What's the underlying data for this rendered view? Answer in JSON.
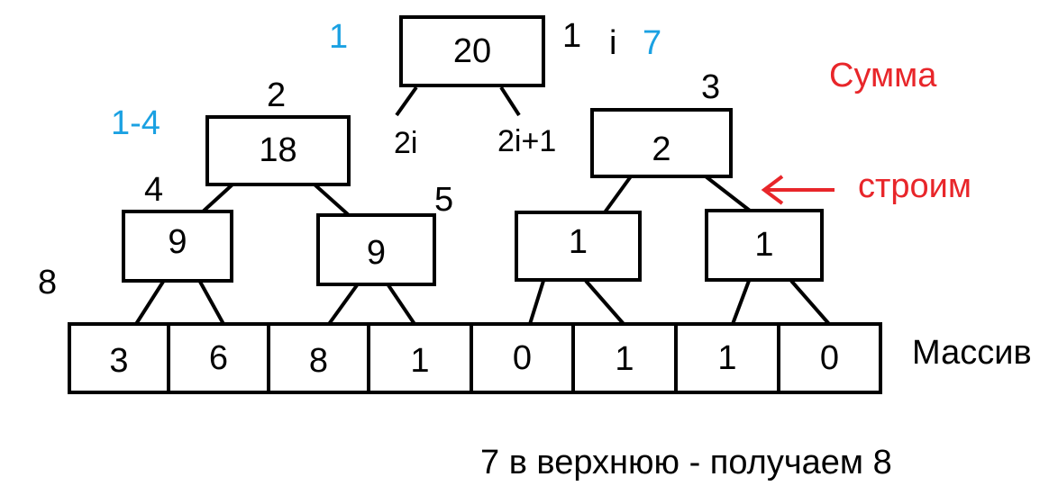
{
  "tree": {
    "root": "20",
    "level2": [
      "18",
      "2"
    ],
    "level3": [
      "9",
      "9",
      "1",
      "1"
    ]
  },
  "array": {
    "label": "Массив",
    "cells": [
      "3",
      "6",
      "8",
      "1",
      "0",
      "1",
      "1",
      "0"
    ]
  },
  "indices": {
    "root": "1",
    "left": "2",
    "right": "3",
    "n4": "4",
    "n5": "5",
    "n8": "8"
  },
  "notes": {
    "blue_one": "1",
    "i_label": "i",
    "blue_seven": "7",
    "range": "1-4",
    "left_child": "2i",
    "right_child": "2i+1",
    "sum": "Сумма",
    "build": "строим",
    "bottom": "7 в верхнюю - получаем 8"
  },
  "colors": {
    "blue": "#1ba1e2",
    "red": "#e8262a",
    "ink": "#000000"
  }
}
